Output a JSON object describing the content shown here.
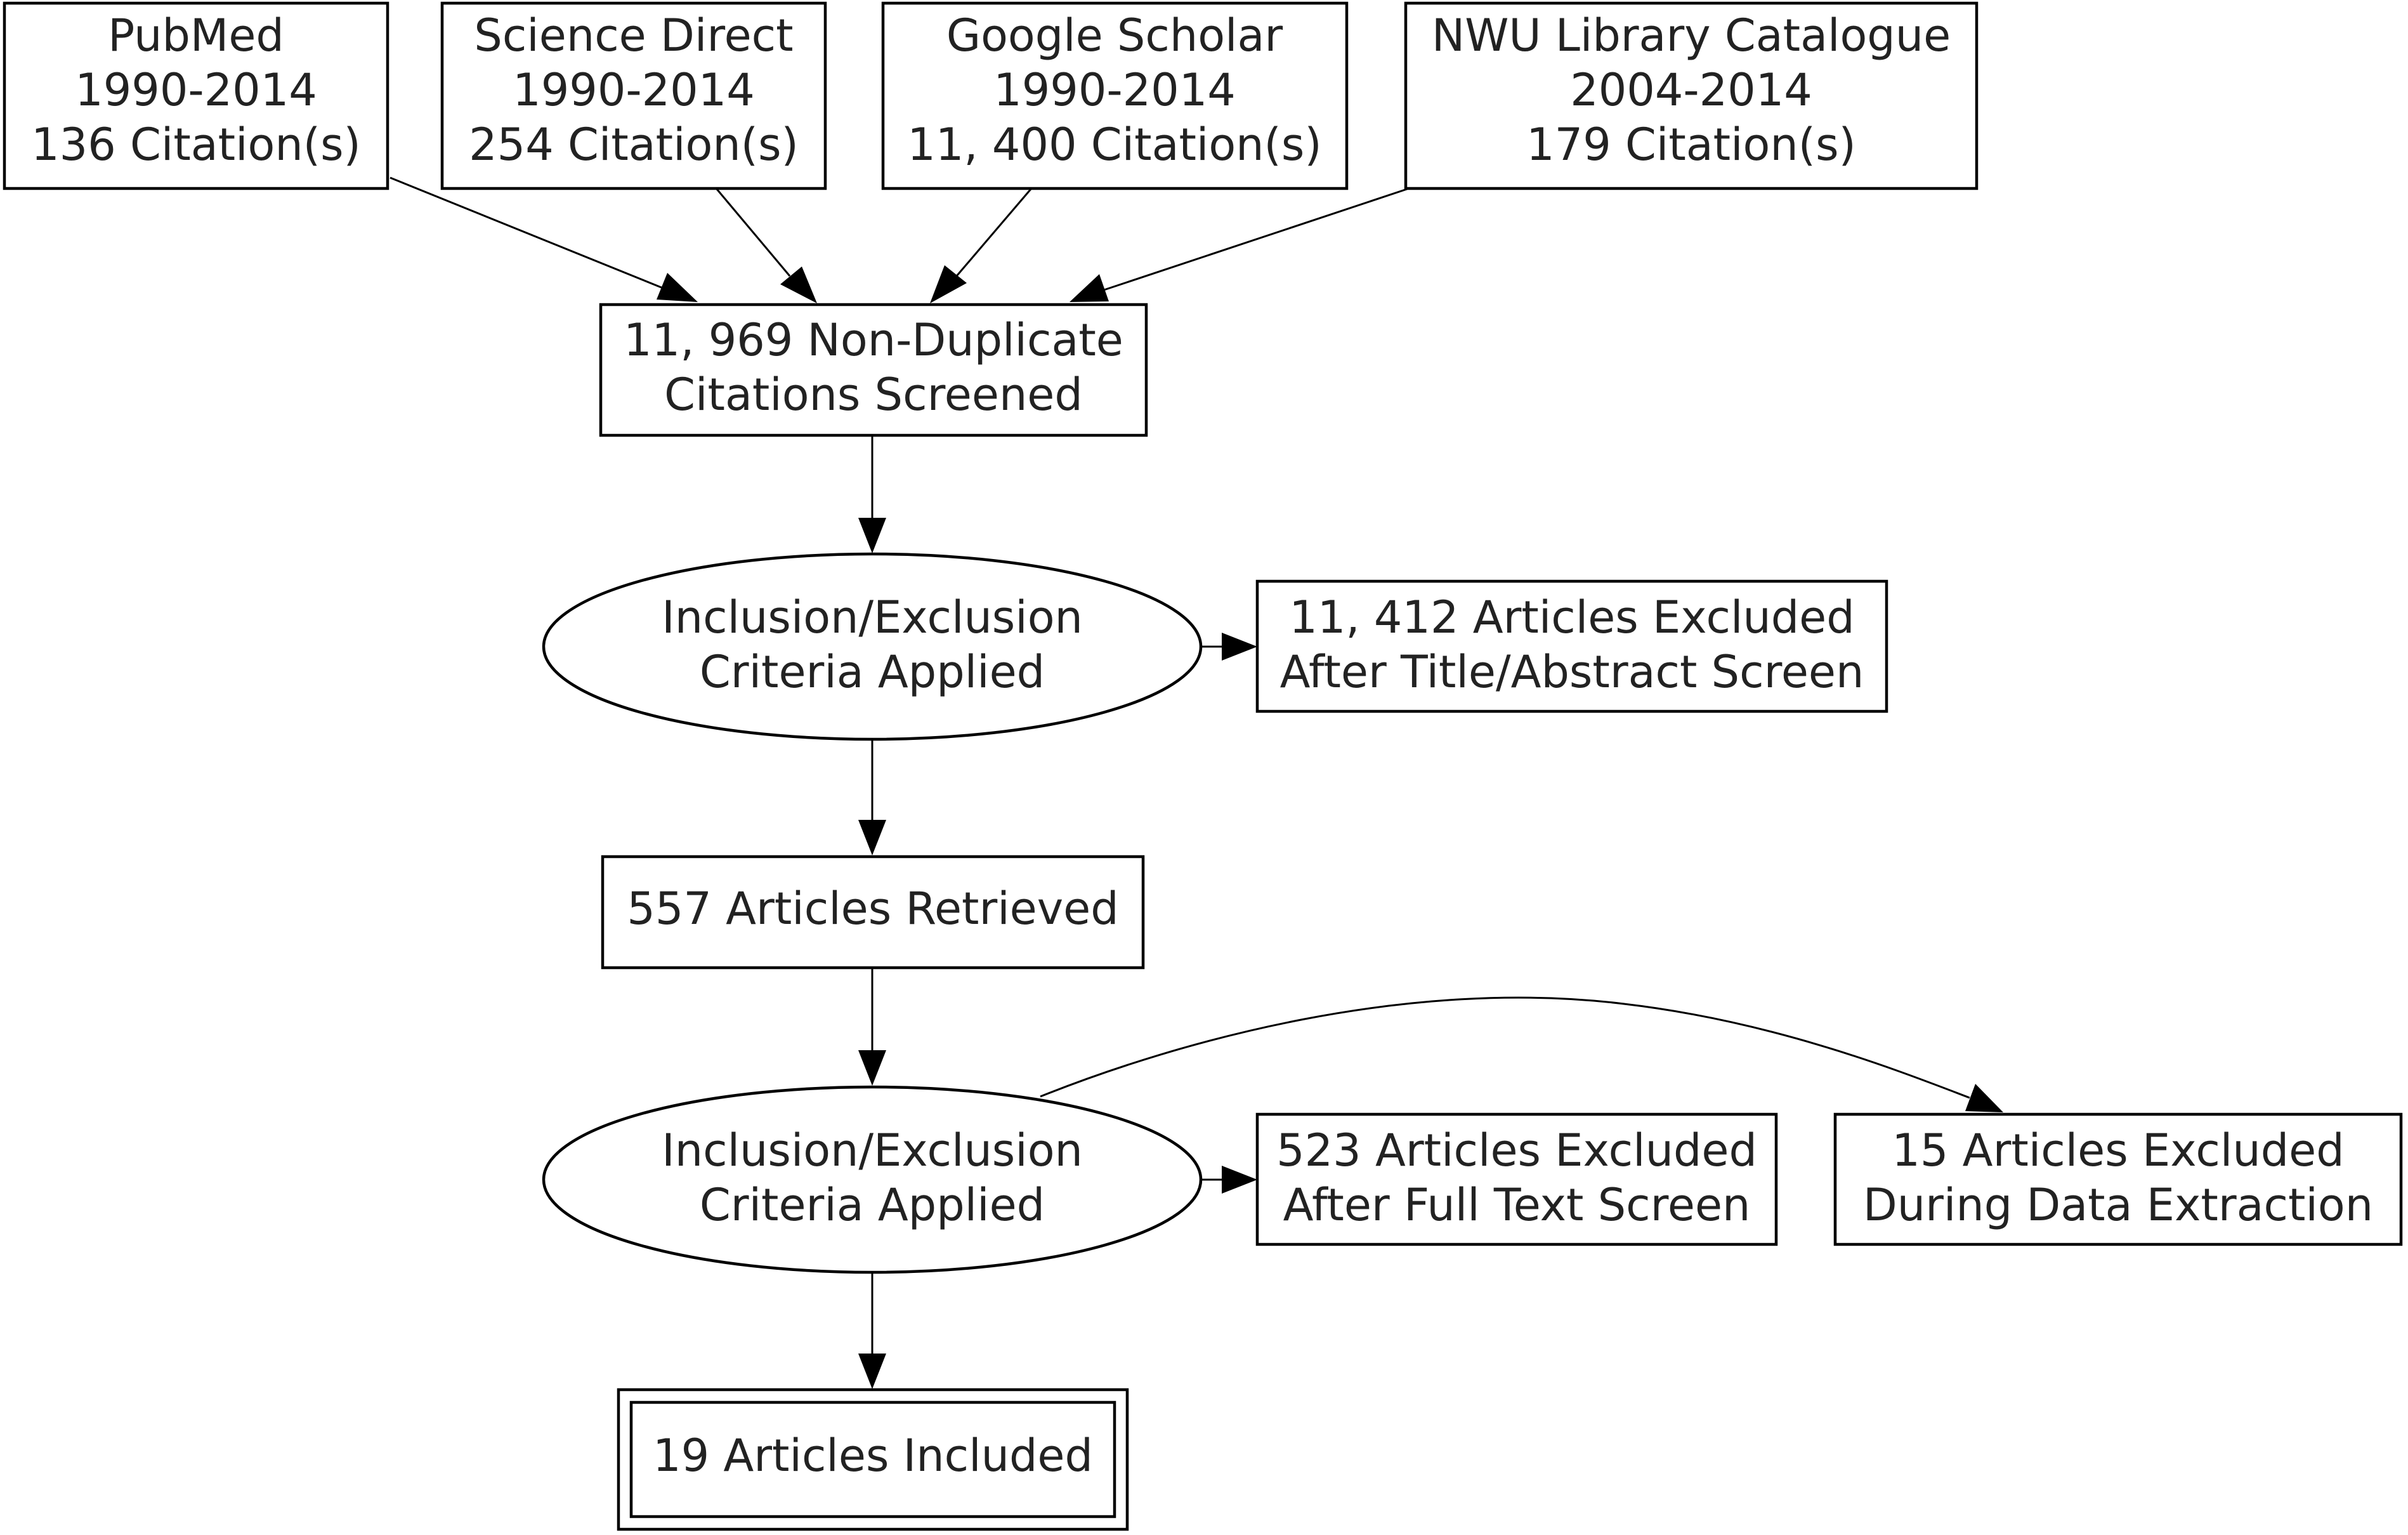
{
  "diagram": {
    "sources": {
      "pubmed": {
        "name": "PubMed",
        "years": "1990-2014",
        "citations": "136 Citation(s)"
      },
      "science_direct": {
        "name": "Science Direct",
        "years": "1990-2014",
        "citations": "254 Citation(s)"
      },
      "google_scholar": {
        "name": "Google Scholar",
        "years": "1990-2014",
        "citations": "11, 400 Citation(s)"
      },
      "nwu_library": {
        "name": "NWU Library Catalogue",
        "years": "2004-2014",
        "citations": "179 Citation(s)"
      }
    },
    "screened": {
      "line1": "11, 969 Non-Duplicate",
      "line2": "Citations Screened"
    },
    "criteria_1": {
      "line1": "Inclusion/Exclusion",
      "line2": "Criteria Applied"
    },
    "excluded_title_abstract": {
      "line1": "11, 412 Articles Excluded",
      "line2": "After Title/Abstract Screen"
    },
    "retrieved": {
      "label": "557 Articles Retrieved"
    },
    "criteria_2": {
      "line1": "Inclusion/Exclusion",
      "line2": "Criteria Applied"
    },
    "excluded_full_text": {
      "line1": "523 Articles Excluded",
      "line2": "After Full Text Screen"
    },
    "excluded_data_extraction": {
      "line1": "15 Articles Excluded",
      "line2": "During Data Extraction"
    },
    "included": {
      "label": "19 Articles Included"
    }
  },
  "colors": {
    "stroke": "#000000",
    "text": "#222222",
    "background": "#ffffff"
  }
}
